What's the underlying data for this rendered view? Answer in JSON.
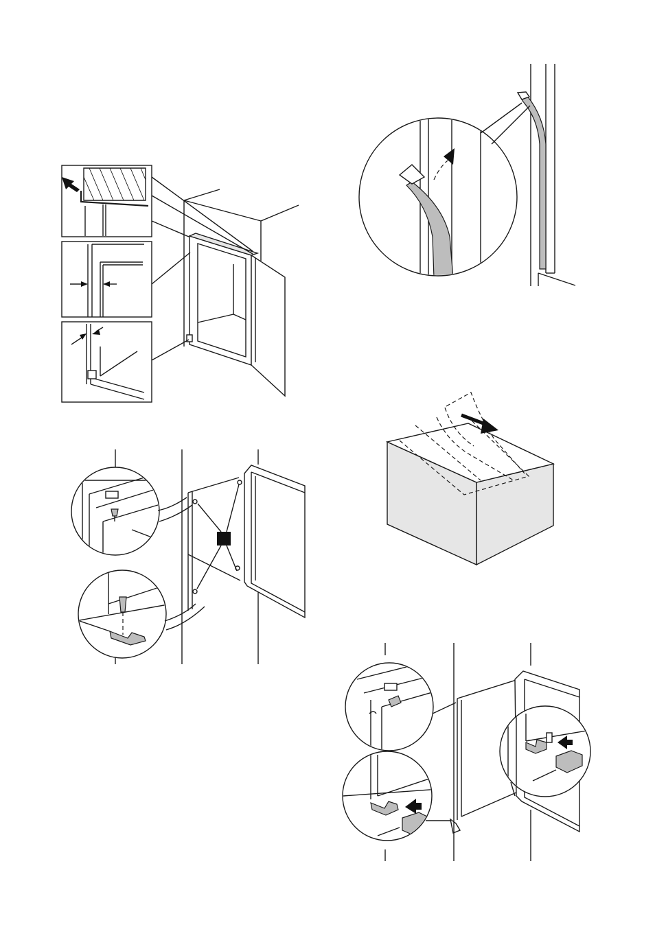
{
  "page": {
    "background": "#ffffff",
    "ink": "#1a1a1a",
    "marker_fill": "#111111",
    "part_fill": "#bdbdbd",
    "box_fill": "#e6e6e6"
  },
  "figures": [
    {
      "key": "fig_seal_strip",
      "icon": "seal-strip-insertion-detail"
    },
    {
      "key": "fig_cabinet_alignment",
      "icon": "cabinet-door-alignment-detail"
    },
    {
      "key": "fig_remove_tape",
      "icon": "box-tape-removal"
    },
    {
      "key": "fig_screw_hinges",
      "icon": "hinge-screw-fixing-detail"
    },
    {
      "key": "fig_hinge_covers",
      "icon": "hinge-cover-fitting-detail"
    }
  ]
}
